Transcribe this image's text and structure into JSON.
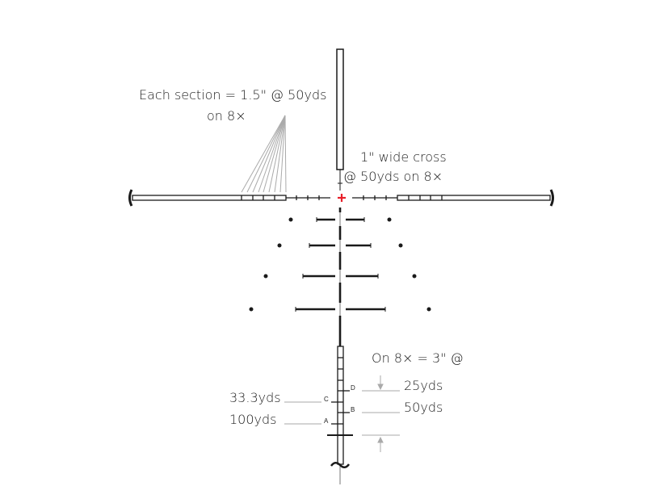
{
  "labels": {
    "section_line1": "Each section = 1.5\" @ 50yds",
    "section_line2": "on 8×",
    "cross_line1": "1\" wide cross",
    "cross_line2": "@ 50yds on 8×",
    "on8_line": "On 8× = 3\" @",
    "yds25": "25yds",
    "yds50": "50yds",
    "yds33": "33.3yds",
    "yds100": "100yds"
  },
  "markers": {
    "a": "A",
    "b": "B",
    "c": "C",
    "d": "D"
  },
  "colors": {
    "ink": "#1a1a1a",
    "guide": "#aaaaaa",
    "center_dot": "#e8202a"
  }
}
